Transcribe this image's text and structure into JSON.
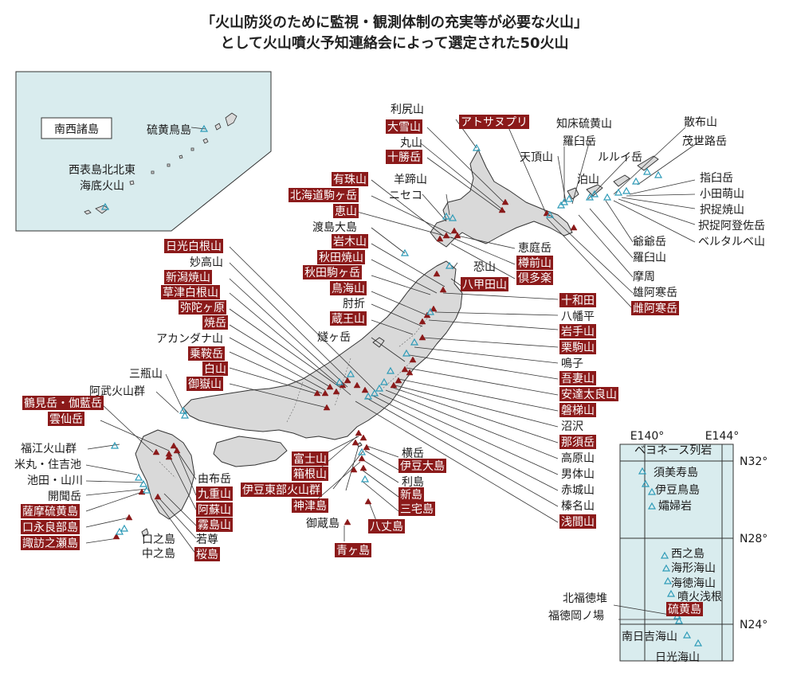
{
  "title_line1": "「火山防災のために監視・観測体制の充実等が必要な火山」",
  "title_line2": "として火山噴火予知連絡会によって選定された50火山",
  "colors": {
    "selected": "#8b1a1a",
    "other": "#2e9bb8",
    "land": "#d9d9d9",
    "sea": "#d9ecee"
  },
  "inset_nansei": {
    "label": "南西諸島"
  },
  "inset_izu": {
    "lon_labels": [
      "E140°",
      "E144°"
    ],
    "lat_labels": [
      "N32°",
      "N28°",
      "N24°"
    ]
  },
  "volcanoes": [
    {
      "name": "利尻山",
      "selected": false
    },
    {
      "name": "大雪山",
      "selected": true
    },
    {
      "name": "アトサヌプリ",
      "selected": true
    },
    {
      "name": "知床硫黄山",
      "selected": false
    },
    {
      "name": "散布山",
      "selected": false
    },
    {
      "name": "丸山",
      "selected": false
    },
    {
      "name": "羅臼岳",
      "selected": false
    },
    {
      "name": "茂世路岳",
      "selected": false
    },
    {
      "name": "十勝岳",
      "selected": true
    },
    {
      "name": "天頂山",
      "selected": false
    },
    {
      "name": "ルルイ岳",
      "selected": false
    },
    {
      "name": "羊蹄山",
      "selected": false
    },
    {
      "name": "泊山",
      "selected": false
    },
    {
      "name": "指臼岳",
      "selected": false
    },
    {
      "name": "有珠山",
      "selected": true
    },
    {
      "name": "ニセコ",
      "selected": false
    },
    {
      "name": "小田萌山",
      "selected": false
    },
    {
      "name": "北海道駒ヶ岳",
      "selected": true
    },
    {
      "name": "択捉焼山",
      "selected": false
    },
    {
      "name": "恵山",
      "selected": true
    },
    {
      "name": "択捉阿登佐岳",
      "selected": false
    },
    {
      "name": "渡島大島",
      "selected": false
    },
    {
      "name": "ベルタルベ山",
      "selected": false
    },
    {
      "name": "岩木山",
      "selected": true
    },
    {
      "name": "恵庭岳",
      "selected": false
    },
    {
      "name": "爺爺岳",
      "selected": false
    },
    {
      "name": "秋田焼山",
      "selected": true
    },
    {
      "name": "樽前山",
      "selected": true
    },
    {
      "name": "羅臼山",
      "selected": false
    },
    {
      "name": "秋田駒ヶ岳",
      "selected": true
    },
    {
      "name": "恐山",
      "selected": false
    },
    {
      "name": "倶多楽",
      "selected": true
    },
    {
      "name": "鳥海山",
      "selected": true
    },
    {
      "name": "八甲田山",
      "selected": true
    },
    {
      "name": "摩周",
      "selected": false
    },
    {
      "name": "肘折",
      "selected": false
    },
    {
      "name": "雄阿寒岳",
      "selected": false
    },
    {
      "name": "蔵王山",
      "selected": true
    },
    {
      "name": "十和田",
      "selected": true
    },
    {
      "name": "雌阿寒岳",
      "selected": true
    },
    {
      "name": "燧ヶ岳",
      "selected": false
    },
    {
      "name": "八幡平",
      "selected": false
    },
    {
      "name": "岩手山",
      "selected": true
    },
    {
      "name": "栗駒山",
      "selected": true
    },
    {
      "name": "鳴子",
      "selected": false
    },
    {
      "name": "吾妻山",
      "selected": true
    },
    {
      "name": "安達太良山",
      "selected": true
    },
    {
      "name": "磐梯山",
      "selected": true
    },
    {
      "name": "沼沢",
      "selected": false
    },
    {
      "name": "那須岳",
      "selected": true
    },
    {
      "name": "高原山",
      "selected": false
    },
    {
      "name": "男体山",
      "selected": false
    },
    {
      "name": "赤城山",
      "selected": false
    },
    {
      "name": "榛名山",
      "selected": false
    },
    {
      "name": "浅間山",
      "selected": true
    },
    {
      "name": "日光白根山",
      "selected": true
    },
    {
      "name": "妙高山",
      "selected": false
    },
    {
      "name": "新潟焼山",
      "selected": true
    },
    {
      "name": "草津白根山",
      "selected": true
    },
    {
      "name": "弥陀ヶ原",
      "selected": true
    },
    {
      "name": "焼岳",
      "selected": true
    },
    {
      "name": "アカンダナ山",
      "selected": false
    },
    {
      "name": "乗鞍岳",
      "selected": true
    },
    {
      "name": "白山",
      "selected": true
    },
    {
      "name": "御嶽山",
      "selected": true
    },
    {
      "name": "三瓶山",
      "selected": false
    },
    {
      "name": "阿武火山群",
      "selected": false
    },
    {
      "name": "鶴見岳・伽藍岳",
      "selected": true
    },
    {
      "name": "雲仙岳",
      "selected": true
    },
    {
      "name": "福江火山群",
      "selected": false
    },
    {
      "name": "米丸・住吉池",
      "selected": false
    },
    {
      "name": "池田・山川",
      "selected": false
    },
    {
      "name": "開聞岳",
      "selected": false
    },
    {
      "name": "薩摩硫黄島",
      "selected": true
    },
    {
      "name": "口永良部島",
      "selected": true
    },
    {
      "name": "諏訪之瀬島",
      "selected": true
    },
    {
      "name": "由布岳",
      "selected": false
    },
    {
      "name": "九重山",
      "selected": true
    },
    {
      "name": "阿蘇山",
      "selected": true
    },
    {
      "name": "霧島山",
      "selected": true
    },
    {
      "name": "若尊",
      "selected": false
    },
    {
      "name": "桜島",
      "selected": true
    },
    {
      "name": "口之島",
      "selected": false
    },
    {
      "name": "中之島",
      "selected": false
    },
    {
      "name": "富士山",
      "selected": true
    },
    {
      "name": "箱根山",
      "selected": true
    },
    {
      "name": "伊豆東部火山群",
      "selected": true
    },
    {
      "name": "神津島",
      "selected": true
    },
    {
      "name": "御蔵島",
      "selected": false
    },
    {
      "name": "青ヶ島",
      "selected": true
    },
    {
      "name": "横岳",
      "selected": false
    },
    {
      "name": "伊豆大島",
      "selected": true
    },
    {
      "name": "利島",
      "selected": false
    },
    {
      "name": "新島",
      "selected": true
    },
    {
      "name": "三宅島",
      "selected": true
    },
    {
      "name": "八丈島",
      "selected": true
    },
    {
      "name": "硫黄鳥島",
      "selected": false
    },
    {
      "name": "西表島北北東海底火山",
      "selected": false
    },
    {
      "name": "ベヨネース列岩",
      "selected": false
    },
    {
      "name": "須美寿島",
      "selected": false
    },
    {
      "name": "伊豆鳥島",
      "selected": false
    },
    {
      "name": "孀婦岩",
      "selected": false
    },
    {
      "name": "西之島",
      "selected": false
    },
    {
      "name": "海形海山",
      "selected": false
    },
    {
      "name": "海徳海山",
      "selected": false
    },
    {
      "name": "噴火浅根",
      "selected": false
    },
    {
      "name": "硫黄島",
      "selected": true
    },
    {
      "name": "北福徳堆",
      "selected": false
    },
    {
      "name": "福徳岡ノ場",
      "selected": false
    },
    {
      "name": "南日吉海山",
      "selected": false
    },
    {
      "name": "日光海山",
      "selected": false
    }
  ]
}
